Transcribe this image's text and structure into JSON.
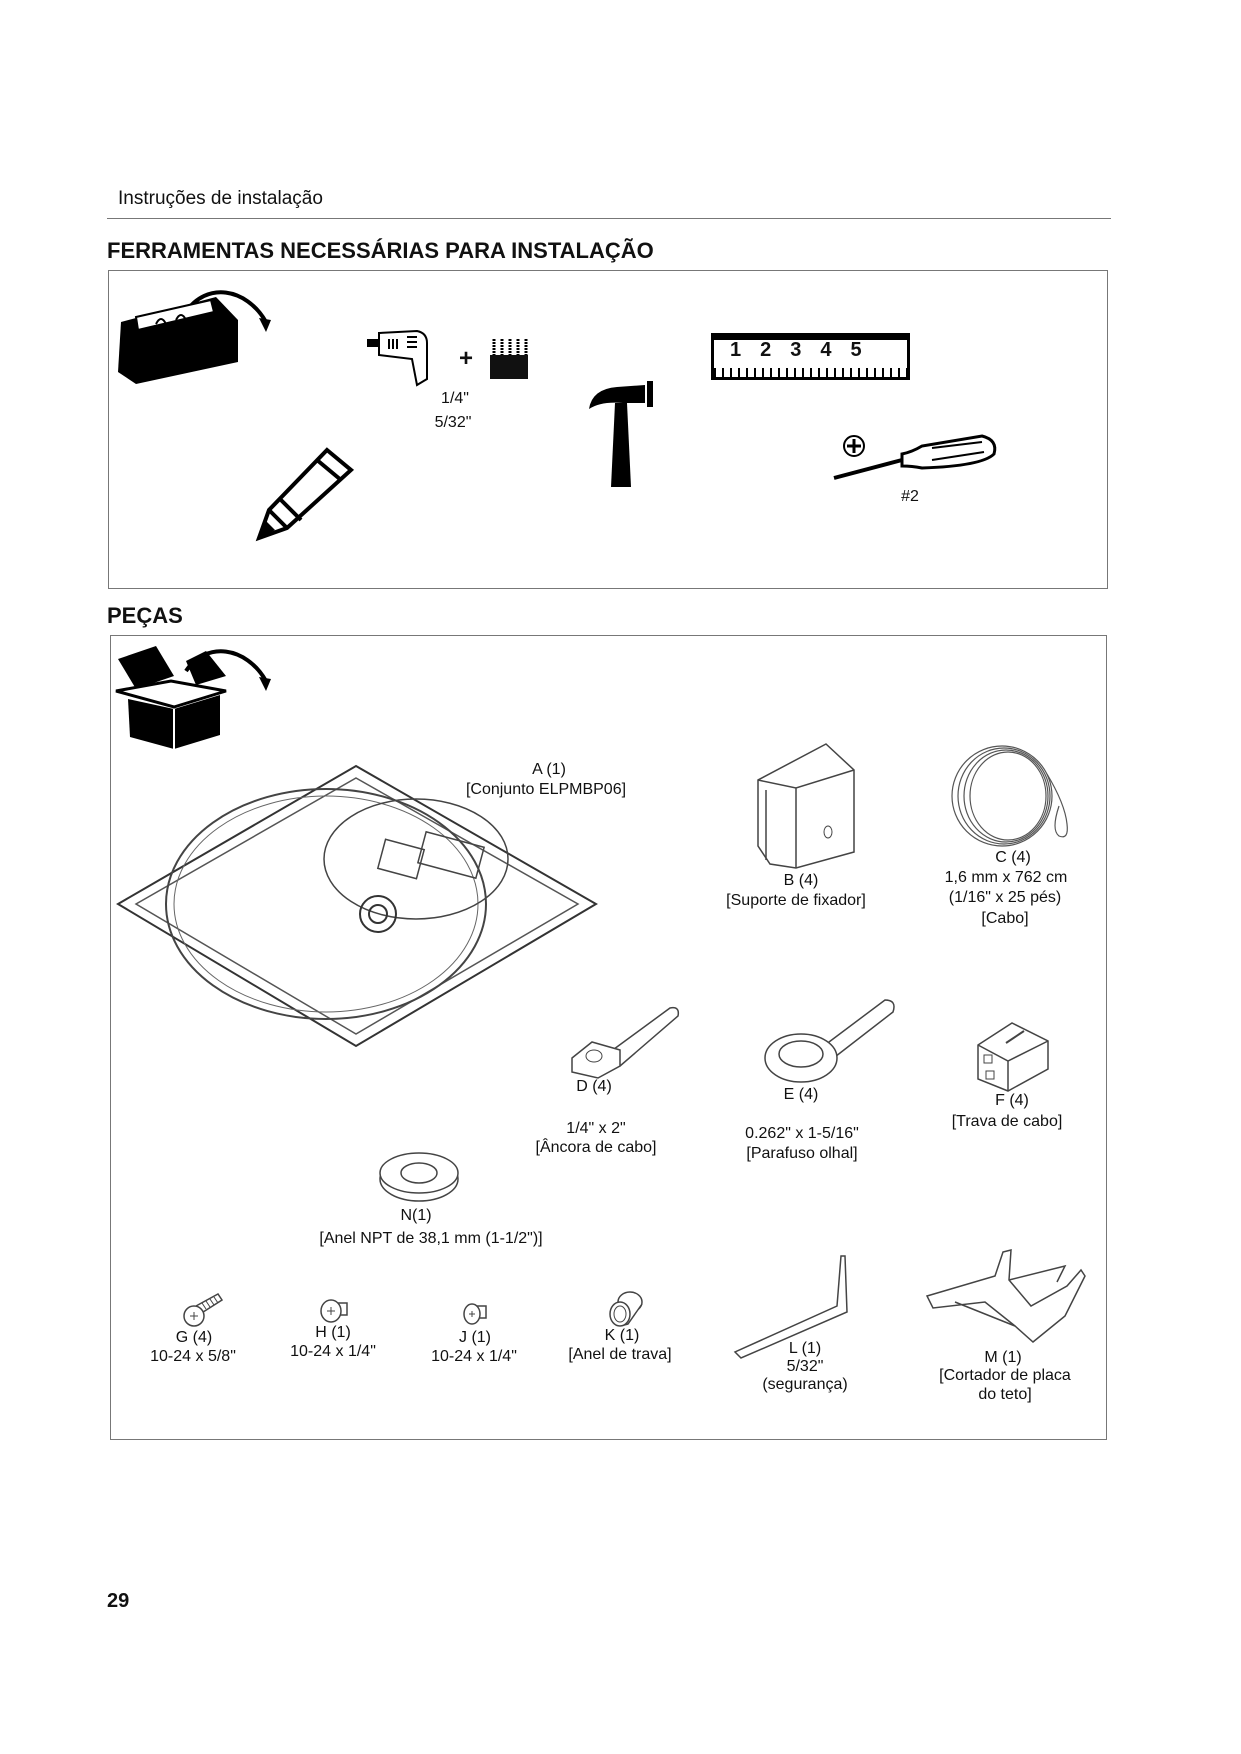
{
  "header": {
    "running_title": "Instruções de instalação"
  },
  "tools_section": {
    "title": "FERRAMENTAS NECESSÁRIAS PARA INSTALAÇÃO",
    "drill_sizes": [
      "1/4\"",
      "5/32\""
    ],
    "ruler_numbers": [
      "1",
      "2",
      "3",
      "4",
      "5"
    ],
    "screwdriver_size": "#2",
    "icons": [
      "toolbox-icon",
      "drill-icon",
      "drill-bits-icon",
      "hammer-icon",
      "ruler-icon",
      "pencil-icon",
      "phillips-screwdriver-icon"
    ]
  },
  "parts_section": {
    "title": "PEÇAS",
    "parts": {
      "A": {
        "id": "A (1)",
        "lines": [
          "[Conjunto ELPMBP06]"
        ]
      },
      "B": {
        "id": "B (4)",
        "lines": [
          "[Suporte de fixador]"
        ]
      },
      "C": {
        "id": "C (4)",
        "lines": [
          "1,6 mm x 762 cm",
          "(1/16\" x 25 pés)",
          "[Cabo]"
        ]
      },
      "D": {
        "id": "D (4)",
        "lines": [
          "1/4\" x 2\"",
          "[Âncora de cabo]"
        ]
      },
      "E": {
        "id": "E (4)",
        "lines": [
          "0.262\" x 1-5/16\"",
          "[Parafuso olhal]"
        ]
      },
      "F": {
        "id": "F (4)",
        "lines": [
          "[Trava de cabo]"
        ]
      },
      "N": {
        "id": "N(1)",
        "lines": [
          "[Anel NPT de 38,1 mm (1-1/2\")]"
        ]
      },
      "G": {
        "id": "G (4)",
        "lines": [
          "10-24 x 5/8\""
        ]
      },
      "H": {
        "id": "H (1)",
        "lines": [
          "10-24 x 1/4\""
        ]
      },
      "J": {
        "id": "J (1)",
        "lines": [
          "10-24 x 1/4\""
        ]
      },
      "K": {
        "id": "K (1)",
        "lines": [
          "[Anel de trava]"
        ]
      },
      "L": {
        "id": "L (1)",
        "lines": [
          "5/32\"",
          "(segurança)"
        ]
      },
      "M": {
        "id": "M (1)",
        "lines": [
          "[Cortador de placa",
          "do teto]"
        ]
      }
    }
  },
  "footer": {
    "page_number": "29"
  }
}
